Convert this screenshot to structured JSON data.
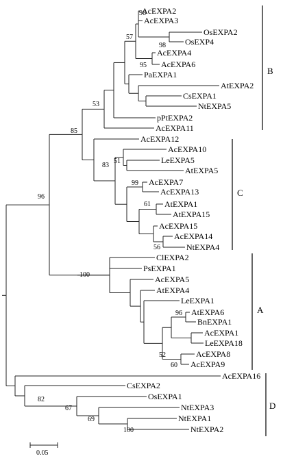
{
  "taxa": [
    "AcEXPA2",
    "AcEXPA3",
    "OsEXPA2",
    "OsEXP4",
    "AcEXPA4",
    "AcEXPA6",
    "PaEXPA1",
    "AtEXPA2",
    "CsEXPA1",
    "NtEXPA5",
    "pPtEXPA2",
    "AcEXPA11",
    "AcEXPA12",
    "AcEXPA10",
    "LeEXPA5",
    "AtEXPA5",
    "AcEXPA7",
    "AcEXPA13",
    "AtEXPA1",
    "AtEXPA15",
    "AcEXPA15",
    "AcEXPA14",
    "NtEXPA4",
    "ClEXPA2",
    "PsEXPA1",
    "AcEXPA5",
    "AtEXPA4",
    "LeEXPA1",
    "AtEXPA6",
    "BnEXPA1",
    "AcEXPA1",
    "LeEXPA18",
    "AcEXPA8",
    "AcEXPA9",
    "AcEXPA16",
    "CsEXPA2",
    "OsEXPA1",
    "NtEXPA3",
    "NtEXPA1",
    "NtEXPA2"
  ],
  "bootstrap": [
    "96",
    "98",
    "57",
    "95",
    "53",
    "85",
    "51",
    "83",
    "99",
    "61",
    "56",
    "96",
    "100",
    "96",
    "52",
    "60",
    "82",
    "67",
    "69",
    "100"
  ],
  "clades": [
    "B",
    "C",
    "A",
    "D"
  ],
  "scale_bar": "0.05"
}
